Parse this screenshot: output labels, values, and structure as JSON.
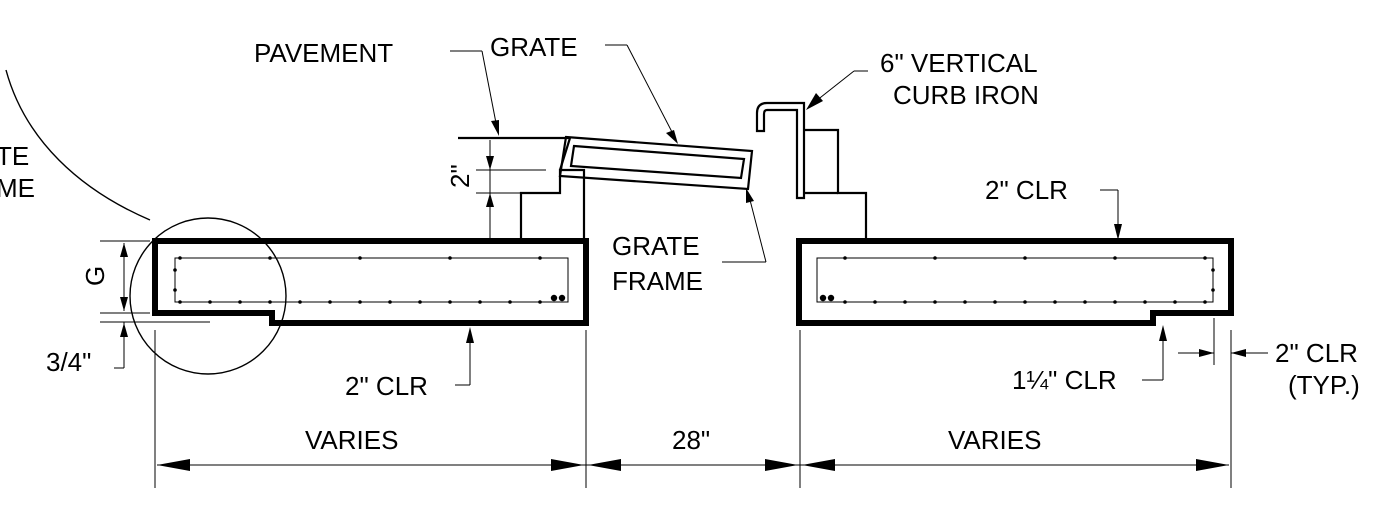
{
  "labels": {
    "pavement": "PAVEMENT",
    "grate": "GRATE",
    "curb_iron_line1": "6\" VERTICAL",
    "curb_iron_line2": "CURB IRON",
    "grate_frame_left_line1": "TE",
    "grate_frame_left_line2": "ME",
    "two_inch_vertical": "2\"",
    "g_dimension": "G",
    "three_quarter": "3/4\"",
    "clr_bottom_left": "2\" CLR",
    "clr_top_right": "2\" CLR",
    "grate_frame_line1": "GRATE",
    "grate_frame_line2": "FRAME",
    "clr_one_quarter": "1¼\" CLR",
    "clr_typ_line1": "2\" CLR",
    "clr_typ_line2": "(TYP.)",
    "varies_left": "VARIES",
    "gap_28": "28\"",
    "varies_right": "VARIES"
  }
}
